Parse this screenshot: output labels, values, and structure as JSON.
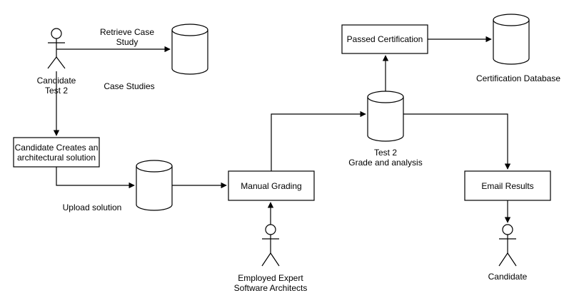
{
  "actors": {
    "candidate_test2": "Candidate\nTest 2",
    "experts": "Employed Expert\nSoftware Architects",
    "candidate": "Candidate"
  },
  "processes": {
    "create_solution": "Candidate Creates an\narchitectural solution",
    "manual_grading": "Manual Grading",
    "passed_certification": "Passed Certification",
    "email_results": "Email Results"
  },
  "stores": {
    "case_studies": "Case Studies",
    "upload_solution": "Upload solution",
    "test2": "Test 2\nGrade and analysis",
    "certification_db": "Certification Database"
  },
  "edges": {
    "retrieve_case_study": "Retrieve Case\nStudy"
  },
  "colors": {
    "stroke": "#000000",
    "fill": "#ffffff"
  }
}
